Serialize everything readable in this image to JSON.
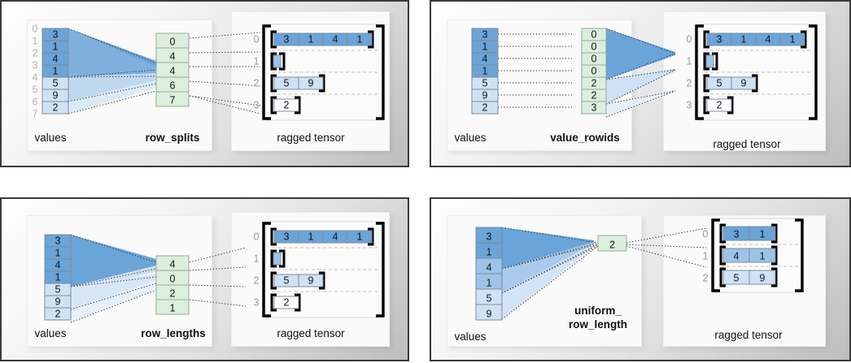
{
  "colors": {
    "value_dark": "#6aa4d8",
    "value_mid": "#9cc4e8",
    "value_light": "#cfe2f5",
    "green_cell": "#dceedd",
    "panel_border": "#3a3a3a",
    "index_gray": "#b3b3b3",
    "bracket_black": "#000000"
  },
  "panels": [
    {
      "id": "row-splits",
      "values_label": "values",
      "partition_label": "row_splits",
      "partition_label_bold": true,
      "tensor_label": "ragged tensor",
      "values": [
        3,
        1,
        4,
        1,
        5,
        9,
        2
      ],
      "value_index_labels": [
        "0",
        "1",
        "2",
        "3",
        "4",
        "5",
        "6",
        "7"
      ],
      "show_value_index_labels": true,
      "partition_values": [
        0,
        4,
        4,
        6,
        7
      ],
      "tensor_row_labels": [
        "0",
        "1",
        "2",
        "3"
      ],
      "tensor_rows": [
        [
          3,
          1,
          4,
          1
        ],
        [],
        [
          5,
          9
        ],
        [
          2
        ]
      ],
      "funnel_from_values": true
    },
    {
      "id": "value-rowids",
      "values_label": "values",
      "partition_label": "value_rowids",
      "partition_label_bold": true,
      "tensor_label": "ragged tensor",
      "values": [
        3,
        1,
        4,
        1,
        5,
        9,
        2
      ],
      "value_index_labels": [],
      "show_value_index_labels": false,
      "partition_values": [
        0,
        0,
        0,
        0,
        2,
        2,
        3
      ],
      "tensor_row_labels": [
        "0",
        "1",
        "2",
        "3"
      ],
      "tensor_rows": [
        [
          3,
          1,
          4,
          1
        ],
        [],
        [
          5,
          9
        ],
        [
          2
        ]
      ],
      "funnel_from_values": false
    },
    {
      "id": "row-lengths",
      "values_label": "values",
      "partition_label": "row_lengths",
      "partition_label_bold": true,
      "tensor_label": "ragged tensor",
      "values": [
        3,
        1,
        4,
        1,
        5,
        9,
        2
      ],
      "value_index_labels": [],
      "show_value_index_labels": false,
      "partition_values": [
        4,
        0,
        2,
        1
      ],
      "tensor_row_labels": [
        "0",
        "1",
        "2",
        "3"
      ],
      "tensor_rows": [
        [
          3,
          1,
          4,
          1
        ],
        [],
        [
          5,
          9
        ],
        [
          2
        ]
      ],
      "funnel_from_values": true
    },
    {
      "id": "uniform-row-length",
      "values_label": "values",
      "partition_label_line1": "uniform_",
      "partition_label_line2": "row_length",
      "partition_label_bold": true,
      "tensor_label": "ragged tensor",
      "values": [
        3,
        1,
        4,
        1,
        5,
        9
      ],
      "value_index_labels": [],
      "show_value_index_labels": false,
      "partition_values": [
        2
      ],
      "tensor_row_labels": [
        "0",
        "1",
        "2"
      ],
      "tensor_rows": [
        [
          3,
          1
        ],
        [
          4,
          1
        ],
        [
          5,
          9
        ]
      ],
      "funnel_from_values": true
    }
  ]
}
